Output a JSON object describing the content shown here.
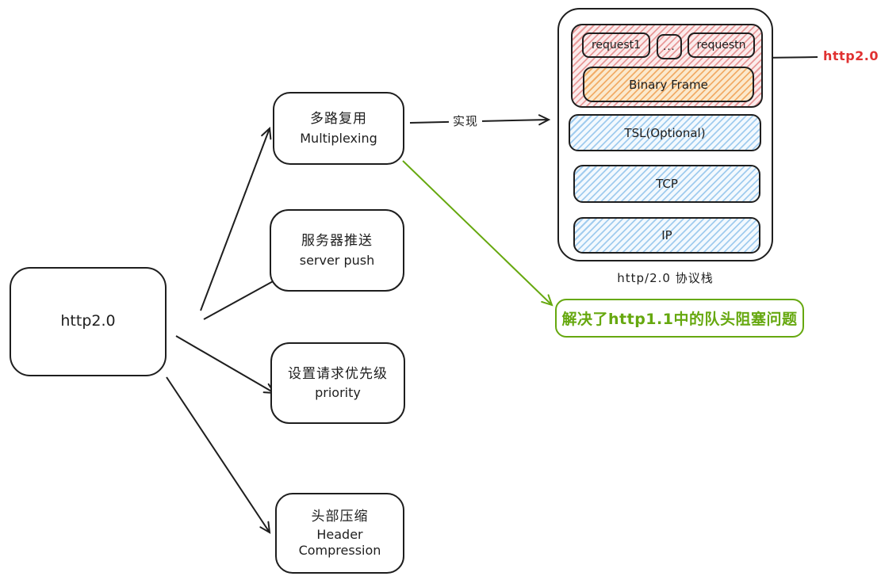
{
  "root_node": {
    "label": "http2.0"
  },
  "features": [
    {
      "label_zh": "多路复用",
      "label_en": "Multiplexing"
    },
    {
      "label_zh": "服务器推送",
      "label_en": "server push"
    },
    {
      "label_zh": "设置请求优先级",
      "label_en": "priority"
    },
    {
      "label_zh": "头部压缩",
      "label_en": "Header Compression"
    }
  ],
  "realize_edge": {
    "label": "实现"
  },
  "protocol_stack": {
    "requests": [
      "request1",
      "...",
      "requestn"
    ],
    "binary_frame_label": "Binary Frame",
    "layers": [
      "TSL(Optional)",
      "TCP",
      "IP"
    ],
    "caption": "http/2.0 协议栈",
    "pointer_label": "http2.0"
  },
  "note": {
    "text": "解决了http1.1中的队头阻塞问题"
  },
  "colors": {
    "stroke": "#1e1e1e",
    "red_accent": "#e03131",
    "orange_accent": "#f08c00",
    "blue_accent": "#4dabf7",
    "green_accent": "#66a80f"
  }
}
